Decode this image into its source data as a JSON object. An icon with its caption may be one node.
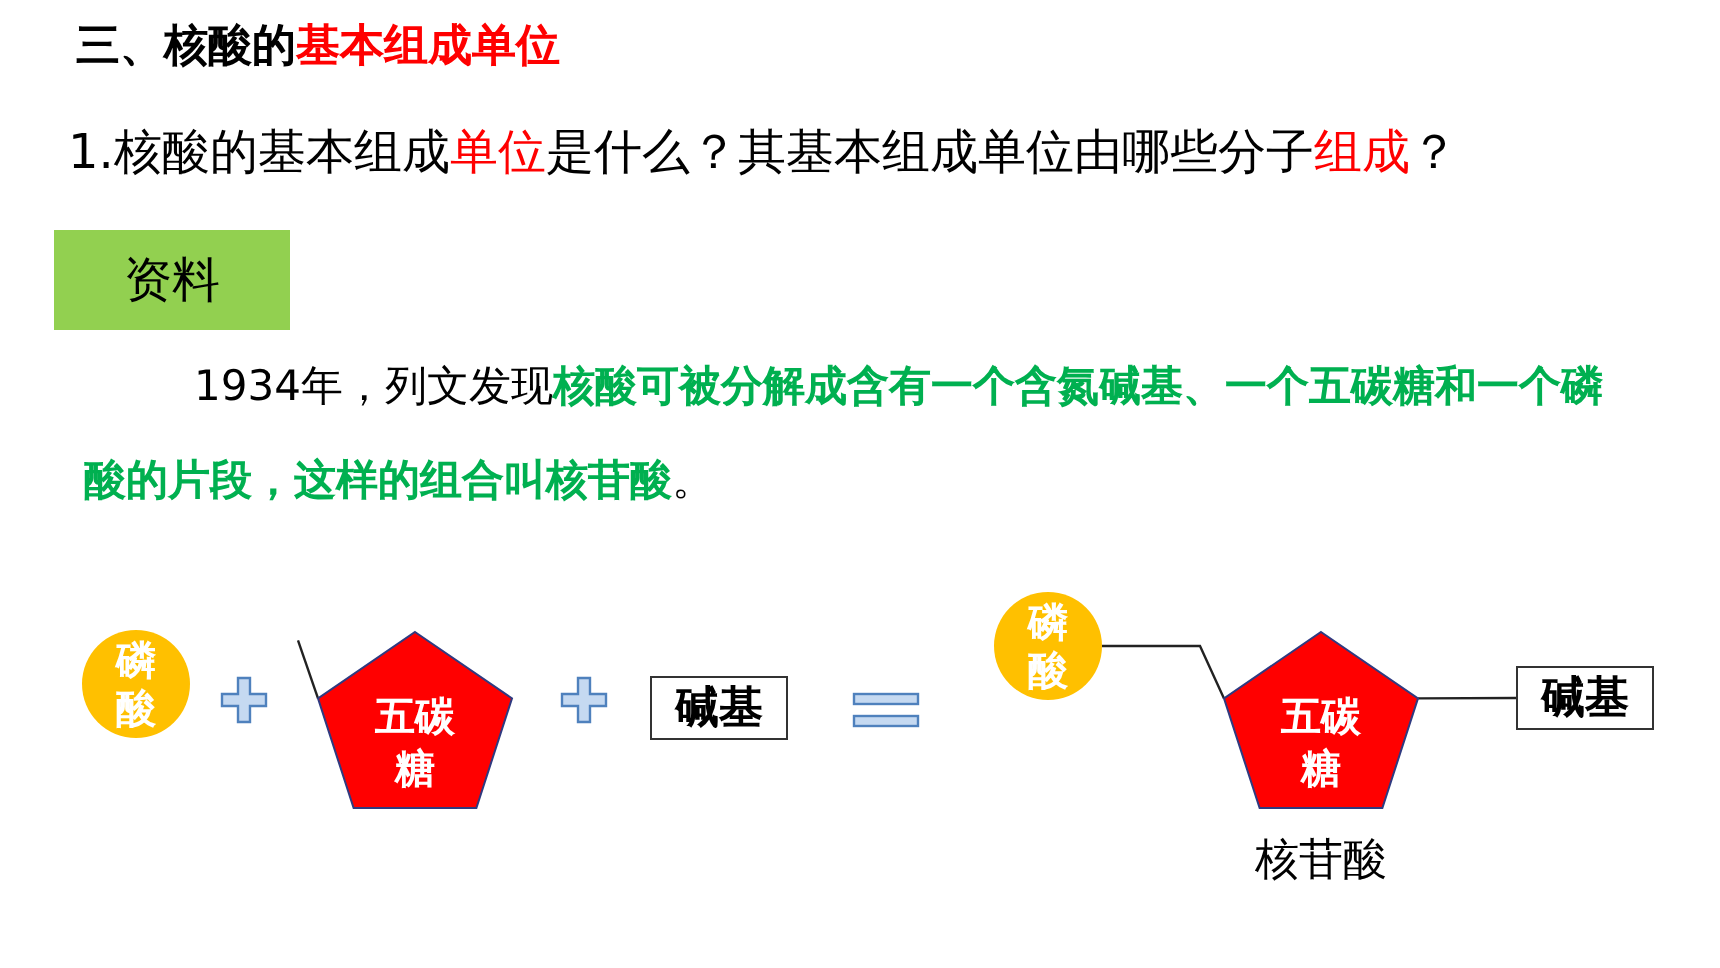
{
  "diagram": {
    "title": "三、核酸的**基本组成单位**",
    "nodes": [
      {
        "text": [
          "资料"
        ]
      },
      {
        "text": [
          "磷酸"
        ]
      },
      {
        "text": [
          "五碳糖"
        ]
      },
      {
        "text": [
          "碱基"
        ]
      },
      {
        "text": [
          "磷酸"
        ]
      },
      {
        "text": [
          "五碳糖"
        ],
        "beside": [
          "核苷酸"
        ]
      },
      {
        "text": [
          "碱基"
        ]
      }
    ],
    "edges": [
      {
        "from": null,
        "to": 2,
        "arrow": "none"
      },
      {
        "from": 4,
        "to": 5,
        "arrow": "none"
      },
      {
        "from": 5,
        "to": 6,
        "arrow": "none"
      }
    ],
    "labels": [
      "1.核酸的基本组成**单位**是什么？其基本组成单位由哪些分子**组成**？",
      "1934年，列文发现**核酸可被分解成含有一个含氮碱基、一个五碳糖和一个磷酸的片段，这样的组合叫核苷酸**。"
    ]
  }
}
